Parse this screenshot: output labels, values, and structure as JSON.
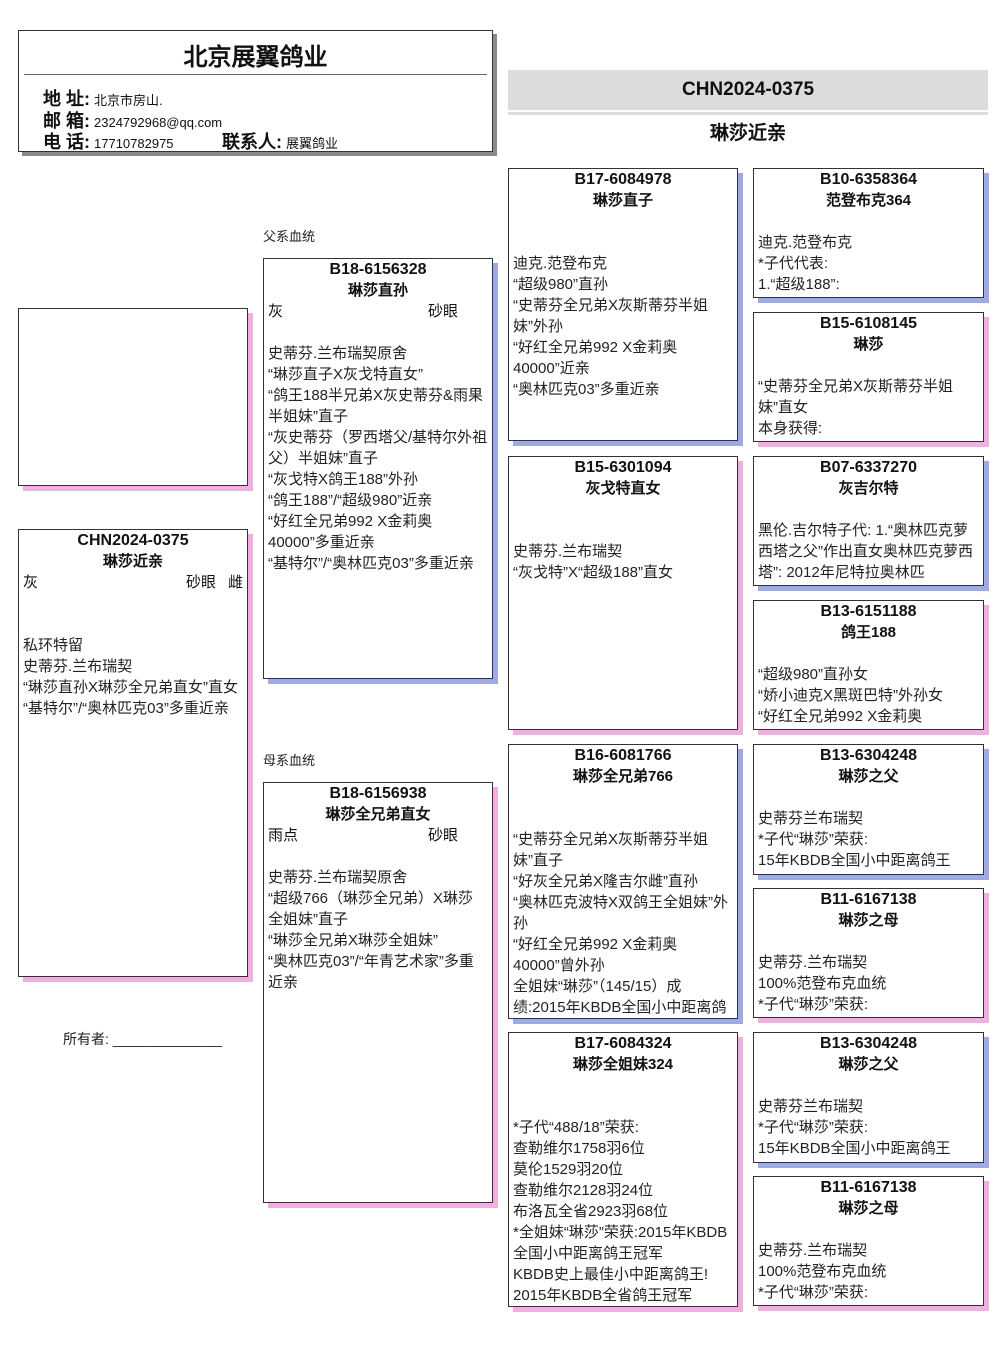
{
  "header": {
    "company": "北京展翼鸽业",
    "address_label": "地 址:",
    "address": "北京市房山.",
    "email_label": "邮 箱:",
    "email": "2324792968@qq.com",
    "phone_label": "电 话:",
    "phone": "17710782975",
    "contact_label": "联系人:",
    "contact": "展翼鸽业"
  },
  "title": {
    "ring": "CHN2024-0375",
    "name": "琳莎近亲"
  },
  "labels": {
    "sire_line": "父系血统",
    "dam_line": "母系血统",
    "owner": "所有者:",
    "owner_blank": "______________"
  },
  "colors": {
    "male": "#9eaae6",
    "female": "#f2ade3"
  },
  "subject": {
    "ring": "CHN2024-0375",
    "name": "琳莎近亲",
    "color": "灰",
    "eye": "砂眼",
    "sex": "雌",
    "lines": [
      "私环特留",
      "史蒂芬.兰布瑞契",
      "“琳莎直孙X琳莎全兄弟直女”直女",
      "“基特尔”/“奥林匹克03”多重近亲"
    ]
  },
  "sire": {
    "ring": "B18-6156328",
    "name": "琳莎直孙",
    "color": "灰",
    "eye": "砂眼",
    "lines": [
      "史蒂芬.兰布瑞契原舍",
      "“琳莎直子X灰戈特直女”",
      "“鸽王188半兄弟X灰史蒂芬&雨果半姐妹”直子",
      "“灰史蒂芬（罗西塔父/基特尔外祖父）半姐妹”直子",
      "“灰戈特X鸽王188”外孙",
      "“鸽王188”/“超级980”近亲",
      "“好红全兄弟992 X金莉奥40000”多重近亲",
      "“基特尔”/“奥林匹克03”多重近亲"
    ]
  },
  "dam": {
    "ring": "B18-6156938",
    "name": "琳莎全兄弟直女",
    "color": "雨点",
    "eye": "砂眼",
    "lines": [
      "史蒂芬.兰布瑞契原舍",
      "“超级766（琳莎全兄弟）X琳莎全姐妹”直子",
      "“琳莎全兄弟X琳莎全姐妹”",
      "“奥林匹克03”/“年青艺术家”多重近亲"
    ]
  },
  "grandparents": [
    {
      "ring": "B17-6084978",
      "name": "琳莎直子",
      "lines": [
        "迪克.范登布克",
        "“超级980”直孙",
        "“史蒂芬全兄弟X灰斯蒂芬半姐妹”外孙",
        "“好红全兄弟992 X金莉奥40000”近亲",
        "“奥林匹克03”多重近亲"
      ]
    },
    {
      "ring": "B15-6301094",
      "name": "灰戈特直女",
      "lines": [
        "史蒂芬.兰布瑞契",
        "“灰戈特”X“超级188”直女"
      ]
    },
    {
      "ring": "B16-6081766",
      "name": "琳莎全兄弟766",
      "lines": [
        "“史蒂芬全兄弟X灰斯蒂芬半姐妹”直子",
        "“好灰全兄弟X隆吉尔雌”直孙",
        "“奥林匹克波特X双鸽王全姐妹”外孙",
        "“好红全兄弟992 X金莉奥40000”曾外孙",
        "全姐妹“琳莎”（145/15）成绩:2015年KBDB全国小中距离鸽"
      ]
    },
    {
      "ring": "B17-6084324",
      "name": "琳莎全姐妹324",
      "lines": [
        "*子代“488/18”荣获:",
        "查勒维尔1758羽6位",
        "莫伦1529羽20位",
        "查勒维尔2128羽24位",
        "布洛瓦全省2923羽68位",
        "*全姐妹“琳莎”荣获:2015年KBDB全国小中距离鸽王冠军",
        "KBDB史上最佳小中距离鸽王!",
        "2015年KBDB全省鸽王冠军"
      ]
    }
  ],
  "great_grandparents": [
    {
      "ring": "B10-6358364",
      "name": "范登布克364",
      "lines": [
        "迪克.范登布克",
        "*子代代表:",
        "1.“超级188”:"
      ]
    },
    {
      "ring": "B15-6108145",
      "name": "琳莎",
      "lines": [
        "“史蒂芬全兄弟X灰斯蒂芬半姐妹”直女",
        "本身获得:"
      ]
    },
    {
      "ring": "B07-6337270",
      "name": "灰吉尔特",
      "lines": [
        "黑伦.吉尔特子代: 1.“奥林匹克萝西塔之父”作出直女奥林匹克萝西塔”: 2012年尼特拉奥林匹"
      ]
    },
    {
      "ring": "B13-6151188",
      "name": "鸽王188",
      "lines": [
        "“超级980”直孙女",
        "“娇小迪克X黑斑巴特”外孙女",
        "“好红全兄弟992 X金莉奥"
      ]
    },
    {
      "ring": "B13-6304248",
      "name": "琳莎之父",
      "lines": [
        "史蒂芬兰布瑞契",
        "*子代“琳莎”荣获:",
        "15年KBDB全国小中距离鸽王"
      ]
    },
    {
      "ring": "B11-6167138",
      "name": "琳莎之母",
      "lines": [
        "史蒂芬.兰布瑞契",
        "100%范登布克血统",
        "*子代“琳莎”荣获:"
      ]
    },
    {
      "ring": "B13-6304248",
      "name": "琳莎之父",
      "lines": [
        "史蒂芬兰布瑞契",
        "*子代“琳莎”荣获:",
        "15年KBDB全国小中距离鸽王"
      ]
    },
    {
      "ring": "B11-6167138",
      "name": "琳莎之母",
      "lines": [
        "史蒂芬.兰布瑞契",
        "100%范登布克血统",
        "*子代“琳莎”荣获:"
      ]
    }
  ]
}
